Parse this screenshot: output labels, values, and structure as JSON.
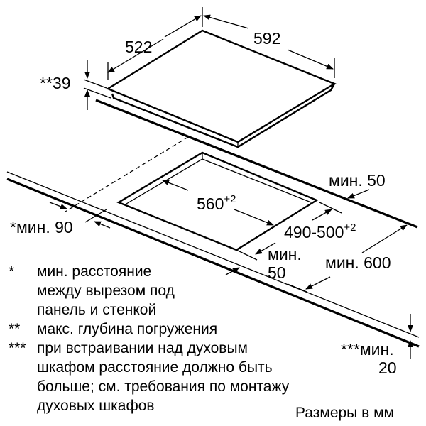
{
  "diagram": {
    "hob_depth": "522",
    "hob_width": "592",
    "hob_depth_insertion": "**39",
    "cutout_width": "560",
    "cutout_width_tol": "+2",
    "cutout_depth": "490-500",
    "cutout_depth_tol": "+2",
    "min_back": "мин. 50",
    "min_side": "*мин. 90",
    "min_front_1": "мин.",
    "min_front_2": "50",
    "min_counter": "мин. 600",
    "min_below_1": "***мин.",
    "min_below_2": "20"
  },
  "notes": [
    {
      "marker": "*",
      "lines": [
        "мин. расстояние",
        "между вырезом под",
        "панель и стенкой"
      ]
    },
    {
      "marker": "**",
      "lines": [
        "макс. глубина погружения"
      ]
    },
    {
      "marker": "***",
      "lines": [
        "при встраивании над духовым",
        "шкафом расстояние должно быть",
        "больше; см. требования по монтажу",
        "духовых шкафов"
      ]
    }
  ],
  "units_label": "Размеры в мм"
}
